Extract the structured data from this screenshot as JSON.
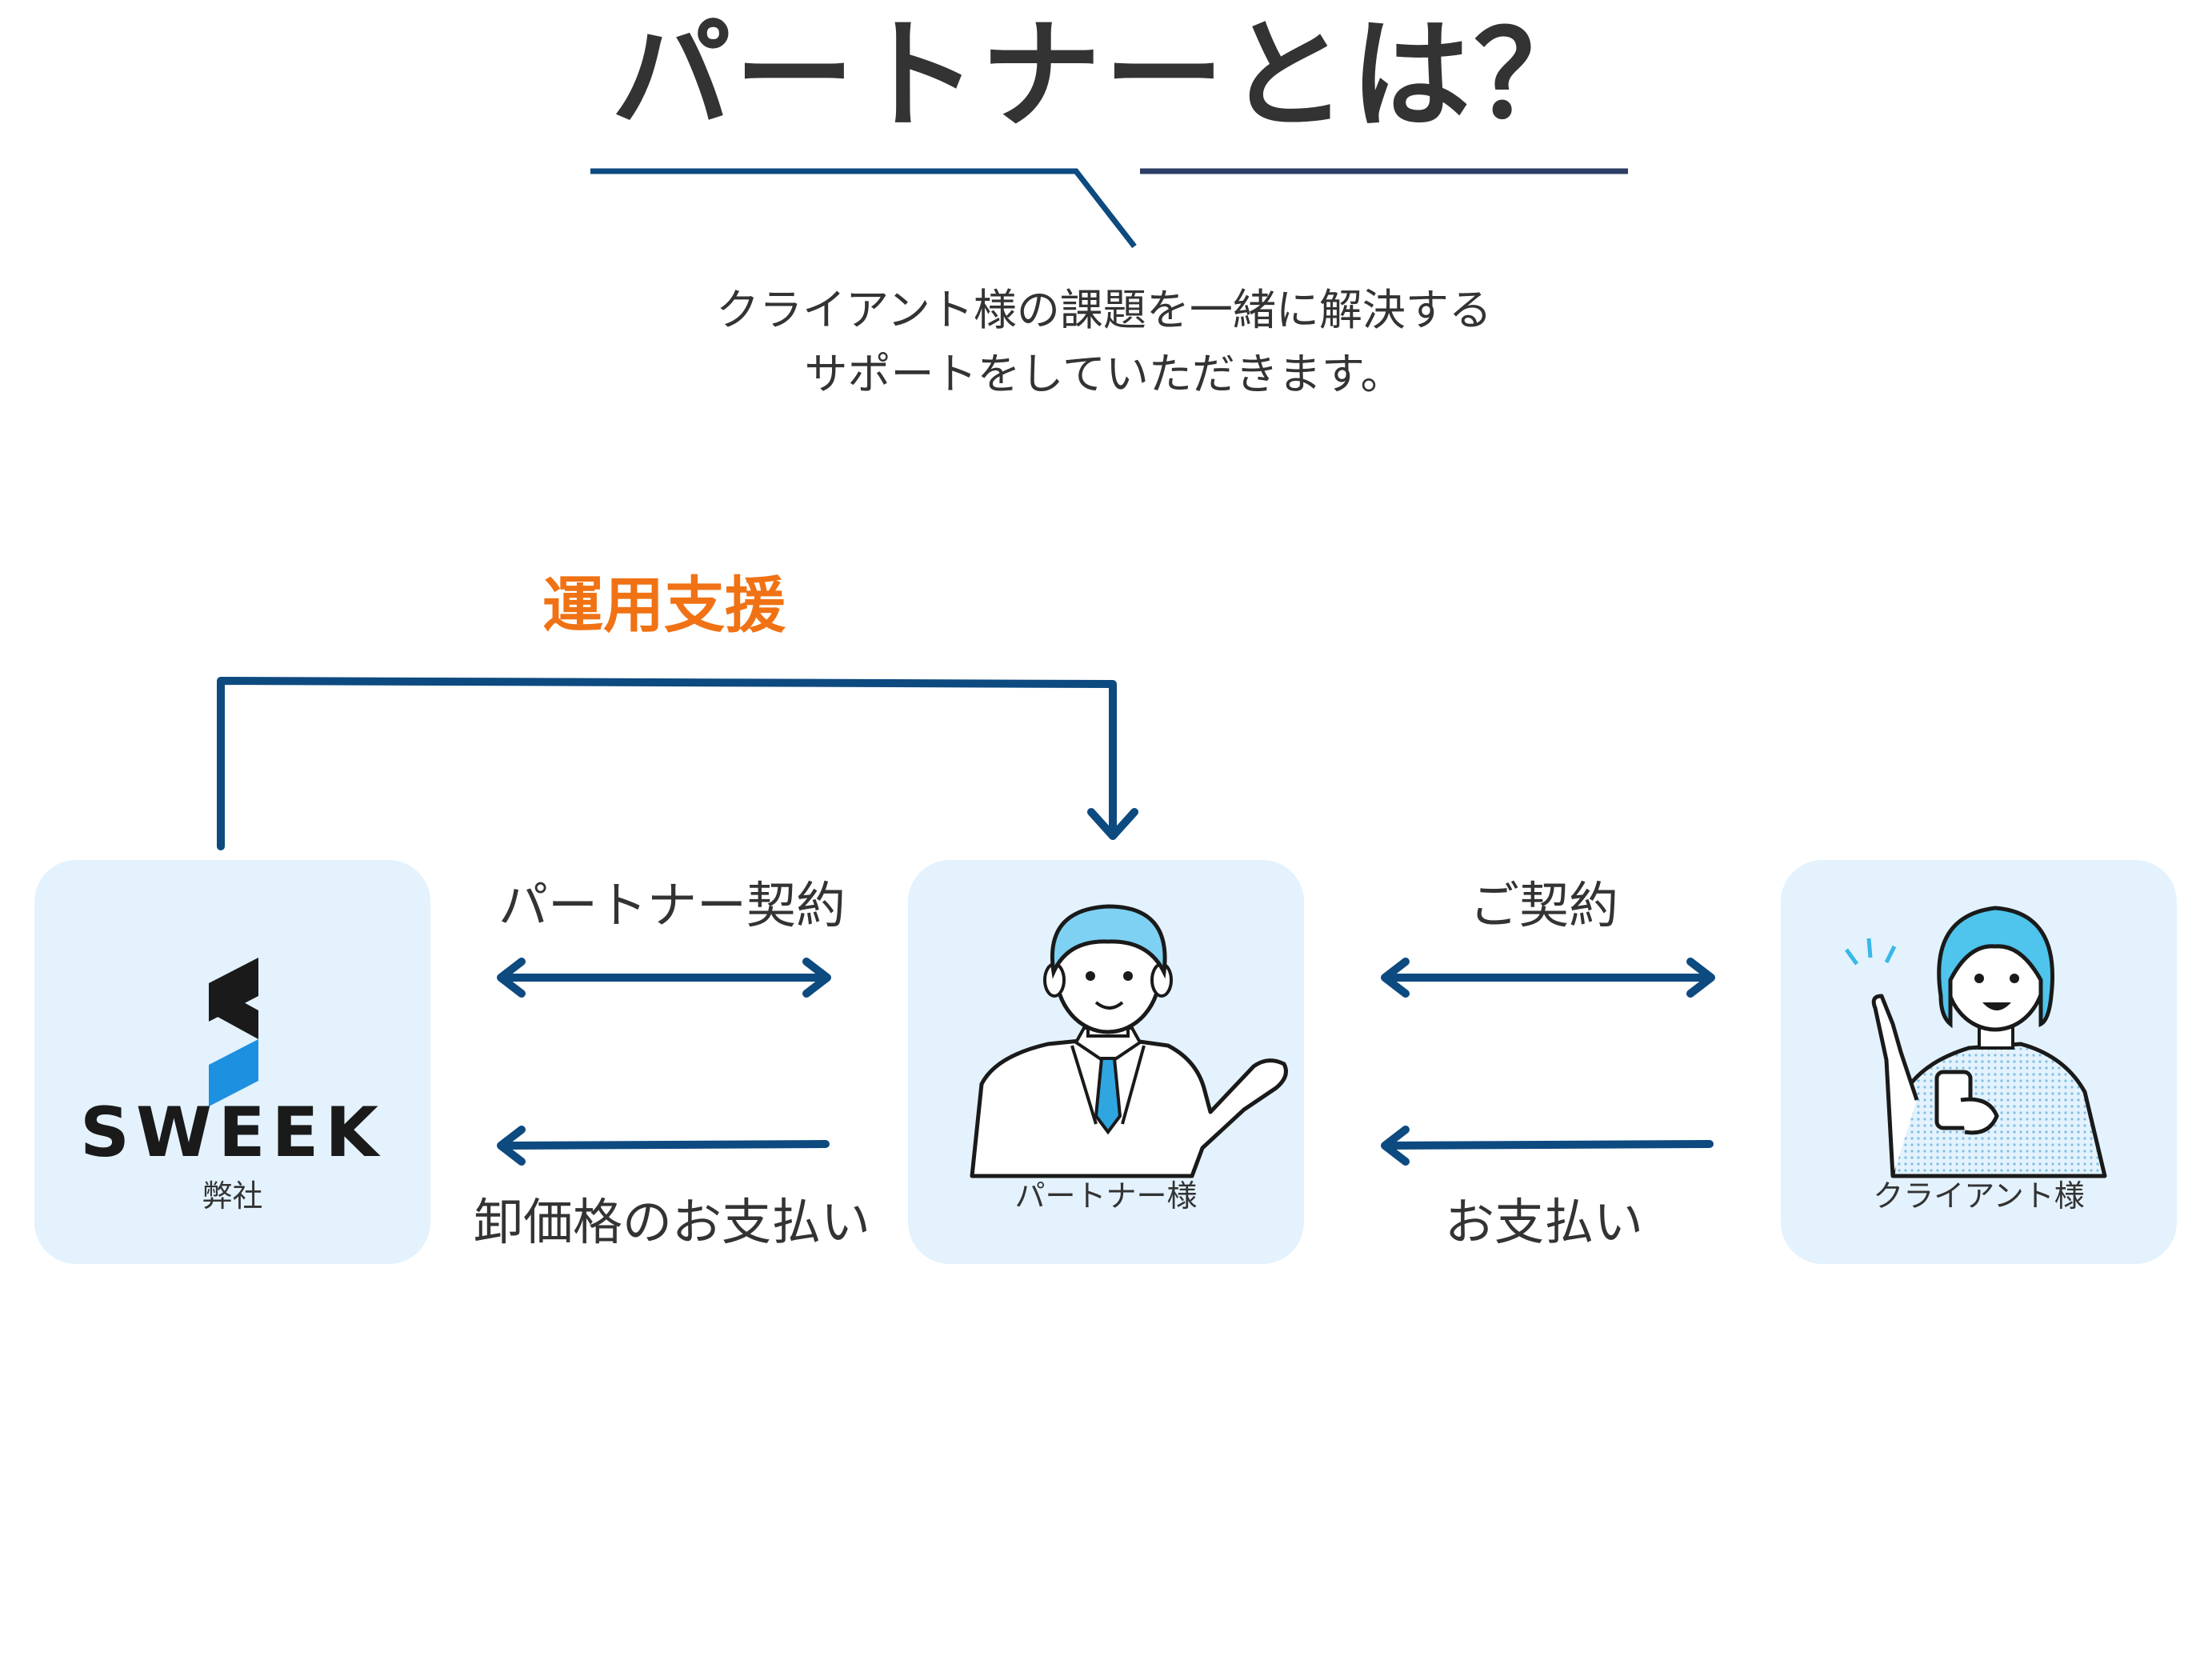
{
  "title": "パートナーとは？",
  "subtitle": {
    "line1": "クライアント様の課題を一緒に解決する",
    "line2": "サポートをしていただきます。"
  },
  "support_label": "運用支援",
  "nodes": {
    "company": {
      "caption": "弊社",
      "logo_text": "SWEEK"
    },
    "partner": {
      "caption": "パートナー様"
    },
    "client": {
      "caption": "クライアント様"
    }
  },
  "flows": {
    "partner_contract": "パートナー契約",
    "wholesale_payment": "卸価格のお支払い",
    "contract": "ご契約",
    "payment": "お支払い"
  },
  "colors": {
    "arrow": "#0d4a80",
    "accent": "#f07214",
    "box_bg": "#e3f2fd",
    "text": "#333333",
    "logo_dark": "#1a1a1a",
    "logo_blue": "#1e90e0",
    "hair": "#7fd1f3",
    "tie": "#2fa6e0"
  }
}
